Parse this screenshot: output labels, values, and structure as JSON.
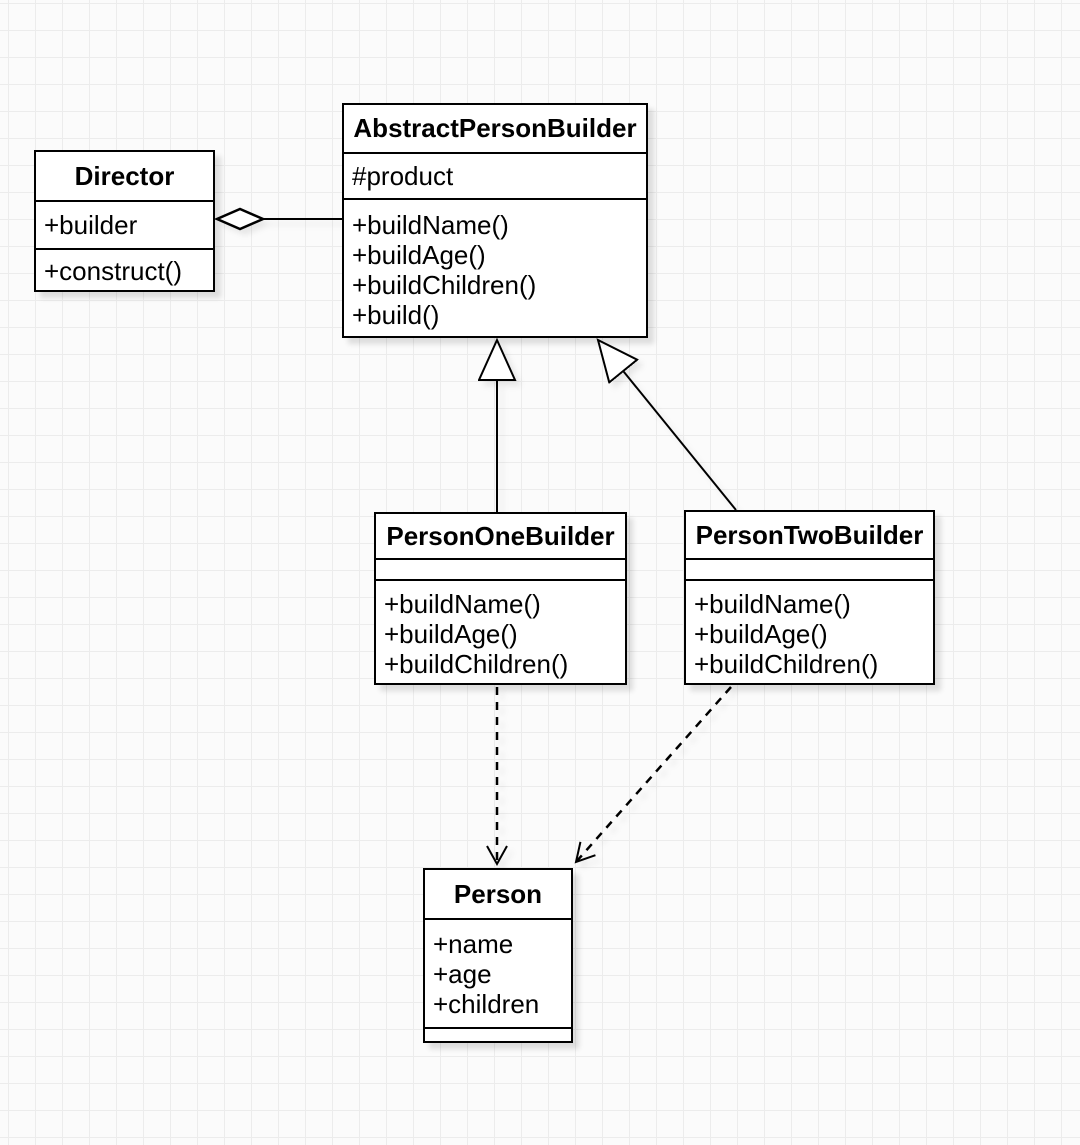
{
  "classes": {
    "director": {
      "name": "Director",
      "attributes": [
        "+builder"
      ],
      "methods": [
        "+construct()"
      ]
    },
    "abstract_person_builder": {
      "name": "AbstractPersonBuilder",
      "attributes": [
        "#product"
      ],
      "methods": [
        "+buildName()",
        "+buildAge()",
        "+buildChildren()",
        "+build()"
      ]
    },
    "person_one_builder": {
      "name": "PersonOneBuilder",
      "attributes": [],
      "methods": [
        "+buildName()",
        "+buildAge()",
        "+buildChildren()"
      ]
    },
    "person_two_builder": {
      "name": "PersonTwoBuilder",
      "attributes": [],
      "methods": [
        "+buildName()",
        "+buildAge()",
        "+buildChildren()"
      ]
    },
    "person": {
      "name": "Person",
      "attributes": [
        "+name",
        "+age",
        "+children"
      ],
      "methods": []
    }
  },
  "relationships": [
    {
      "type": "aggregation",
      "from": "Director",
      "to": "AbstractPersonBuilder",
      "line": "solid",
      "marker": "hollow-diamond"
    },
    {
      "type": "generalization",
      "from": "PersonOneBuilder",
      "to": "AbstractPersonBuilder",
      "line": "solid",
      "marker": "hollow-triangle"
    },
    {
      "type": "generalization",
      "from": "PersonTwoBuilder",
      "to": "AbstractPersonBuilder",
      "line": "solid",
      "marker": "hollow-triangle"
    },
    {
      "type": "dependency",
      "from": "PersonOneBuilder",
      "to": "Person",
      "line": "dashed",
      "marker": "open-arrow"
    },
    {
      "type": "dependency",
      "from": "PersonTwoBuilder",
      "to": "Person",
      "line": "dashed",
      "marker": "open-arrow"
    }
  ],
  "colors": {
    "stroke": "#000000",
    "shape_fill": "#ffffff",
    "background": "#fbfbfb",
    "grid_line": "#ececec"
  }
}
